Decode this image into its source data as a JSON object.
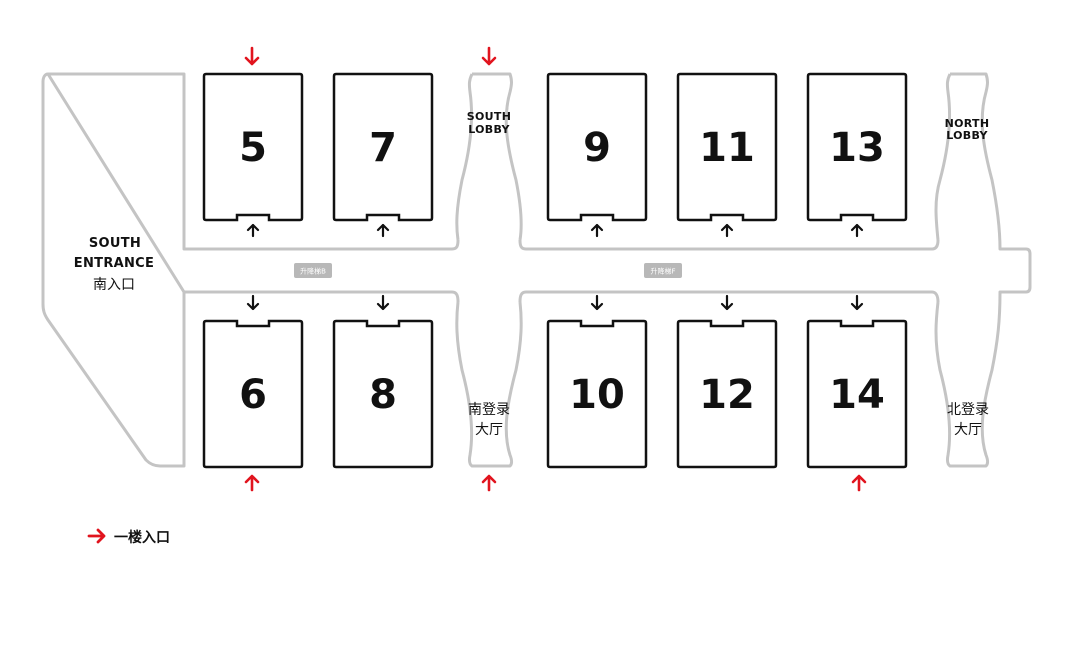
{
  "halls": [
    {
      "number": "5",
      "row": "top",
      "door_arrow": "inner",
      "red_entry": true
    },
    {
      "number": "7",
      "row": "top",
      "door_arrow": "inner",
      "red_entry": false
    },
    {
      "number": "9",
      "row": "top",
      "door_arrow": "inner",
      "red_entry": false
    },
    {
      "number": "11",
      "row": "top",
      "door_arrow": "inner",
      "red_entry": false
    },
    {
      "number": "13",
      "row": "top",
      "door_arrow": "inner",
      "red_entry": false
    },
    {
      "number": "6",
      "row": "bottom",
      "door_arrow": "inner",
      "red_entry": true
    },
    {
      "number": "8",
      "row": "bottom",
      "door_arrow": "inner",
      "red_entry": false
    },
    {
      "number": "10",
      "row": "bottom",
      "door_arrow": "inner",
      "red_entry": false
    },
    {
      "number": "12",
      "row": "bottom",
      "door_arrow": "inner",
      "red_entry": false
    },
    {
      "number": "14",
      "row": "bottom",
      "door_arrow": "inner",
      "red_entry": true
    }
  ],
  "zones": {
    "south_entrance": {
      "line1": "SOUTH",
      "line2": "ENTRANCE",
      "cn": "南入口"
    },
    "south_lobby": {
      "line1": "SOUTH",
      "line2": "LOBBY",
      "cn_line1": "南登录",
      "cn_line2": "大厅"
    },
    "north_lobby": {
      "line1": "NORTH",
      "line2": "LOBBY",
      "cn_line1": "北登录",
      "cn_line2": "大厅"
    }
  },
  "elevators": [
    {
      "label": "升降梯B"
    },
    {
      "label": "升降梯F"
    }
  ],
  "legend": {
    "label": "一楼入口",
    "icon": "red-arrow-right-icon"
  },
  "colors": {
    "entry_red": "#e1141e",
    "lobby_gray": "#c4c4c4",
    "ink": "#111111"
  }
}
